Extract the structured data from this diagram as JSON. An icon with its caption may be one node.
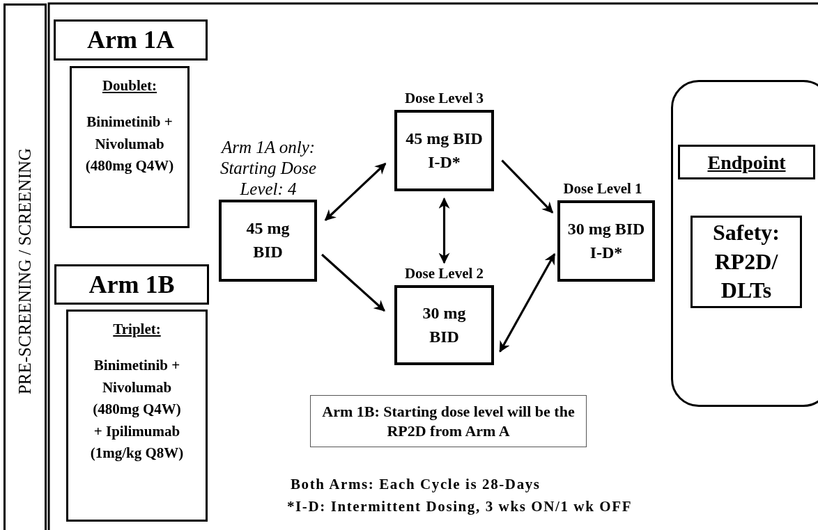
{
  "diagram": {
    "nodes": [
      {
        "text": [
          "PRE-SCREENING / SCREENING"
        ]
      },
      {
        "text": [
          "Arm 1A"
        ]
      },
      {
        "text": [
          "Doublet:",
          "Binimetinib + Nivolumab (480mg Q4W)"
        ]
      },
      {
        "text": [
          "Arm 1B"
        ]
      },
      {
        "text": [
          "Triplet:",
          "Binimetinib + Nivolumab (480mg Q4W) + Ipilimumab (1mg/kg Q8W)"
        ]
      },
      {
        "text": [
          "45 mg BID"
        ],
        "beside": [
          "Arm 1A only: Starting Dose Level: 4"
        ]
      },
      {
        "text": [
          "45 mg BID I-D*"
        ],
        "beside": [
          "Dose Level 3"
        ]
      },
      {
        "text": [
          "30 mg BID"
        ],
        "beside": [
          "Dose Level 2"
        ]
      },
      {
        "text": [
          "30 mg BID I-D*"
        ],
        "beside": [
          "Dose Level 1"
        ]
      },
      {
        "text": [],
        "shape": "box"
      },
      {
        "text": [
          "Endpoint"
        ],
        "in": 9
      },
      {
        "text": [
          "Safety: RP2D/ DLTs"
        ],
        "in": 9
      },
      {
        "text": [
          "Arm 1B: Starting dose level will be the RP2D from Arm A"
        ]
      }
    ],
    "edges": [
      {
        "from": 5,
        "to": 6,
        "arrow": "both"
      },
      {
        "from": 5,
        "to": 7,
        "arrow": "to"
      },
      {
        "from": 6,
        "to": 7,
        "arrow": "both"
      },
      {
        "from": 6,
        "to": 8,
        "arrow": "to"
      },
      {
        "from": 7,
        "to": 8,
        "arrow": "both"
      }
    ],
    "labels": [
      "Both Arms: Each Cycle is 28-Days",
      "*I-D: Intermittent Dosing, 3 wks ON/1 wk OFF"
    ]
  }
}
